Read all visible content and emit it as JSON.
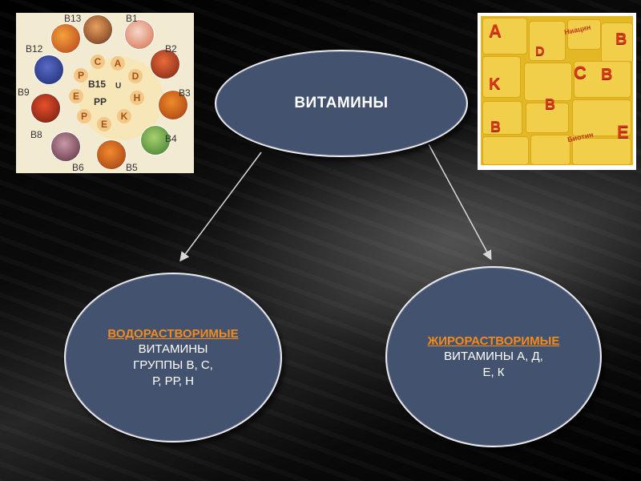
{
  "main": {
    "title": "ВИТАМИНЫ"
  },
  "left": {
    "heading": "ВОДОРАСТВОРИМЫЕ",
    "lines": [
      "ВИТАМИНЫ",
      "ГРУППЫ В, С,",
      "Р, РР, Н"
    ]
  },
  "right": {
    "heading": "ЖИРОРАСТВОРИМЫЕ",
    "lines": [
      "ВИТАМИНЫ А, Д,",
      "Е, К"
    ]
  },
  "wheel_picture": {
    "outer_labels": [
      "B13",
      "B1",
      "B2",
      "B3",
      "B4",
      "B5",
      "B6",
      "B8",
      "B9",
      "B12"
    ],
    "inner_letters": [
      "C",
      "A",
      "D",
      "H",
      "K",
      "E",
      "P",
      "E",
      "P",
      "U"
    ],
    "center_labels": [
      "B15",
      "PP"
    ]
  },
  "puzzle_picture": {
    "letters": [
      "A",
      "D",
      "B",
      "K",
      "C",
      "B",
      "E",
      "B",
      "B"
    ],
    "words": [
      "Ниацин",
      "Биотин"
    ]
  },
  "colors": {
    "ellipse_fill": "#43526f",
    "ellipse_border": "#e9e9ee",
    "heading_accent": "#f28b1c"
  }
}
